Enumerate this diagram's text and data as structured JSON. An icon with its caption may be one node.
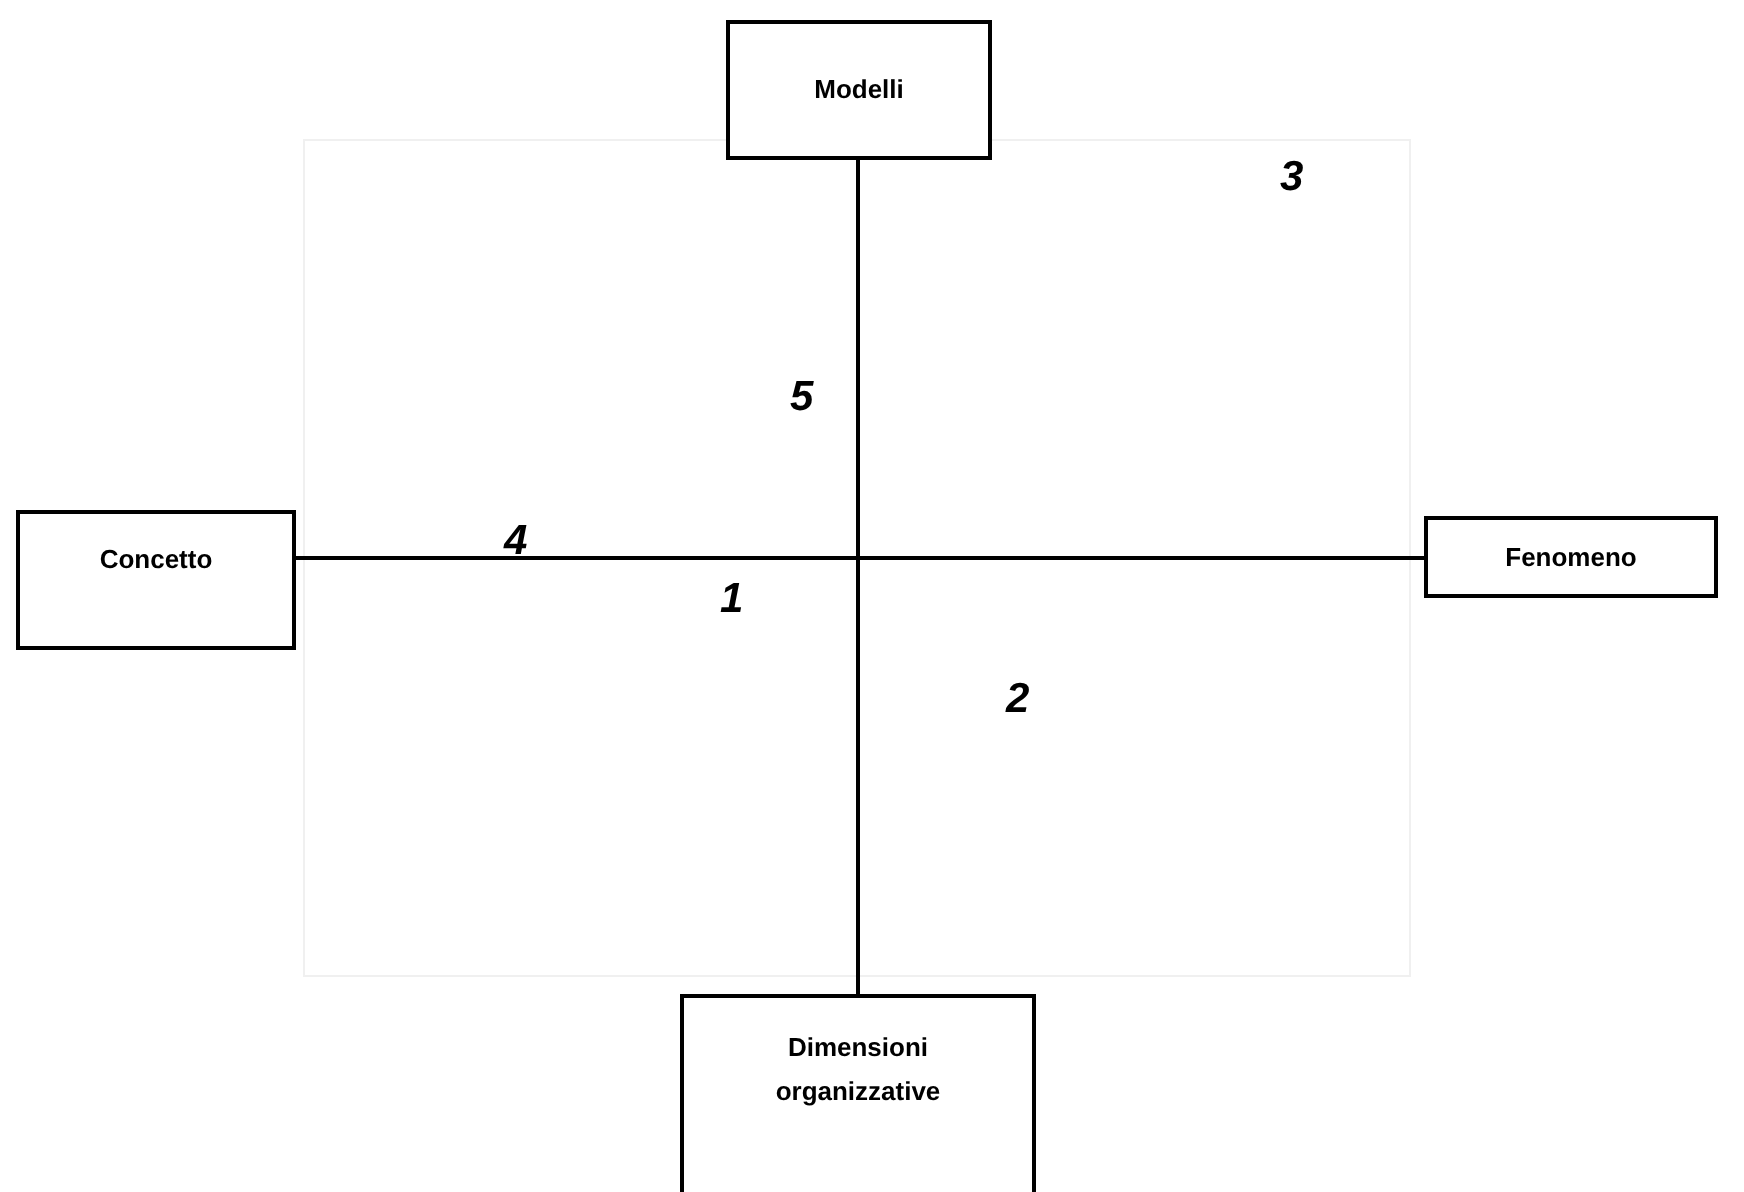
{
  "diagram": {
    "nodes": [
      {
        "text": [
          "Modelli"
        ]
      },
      {
        "text": [
          "Concetto"
        ]
      },
      {
        "text": [
          "Fenomeno"
        ]
      },
      {
        "text": [
          "Dimensioni organizzative"
        ]
      }
    ],
    "edges": [
      {
        "from": 0,
        "to": 3,
        "arrow": "none"
      },
      {
        "from": 1,
        "to": 2,
        "arrow": "none"
      }
    ],
    "labels": [
      "3",
      "5",
      "4",
      "1",
      "2"
    ]
  }
}
